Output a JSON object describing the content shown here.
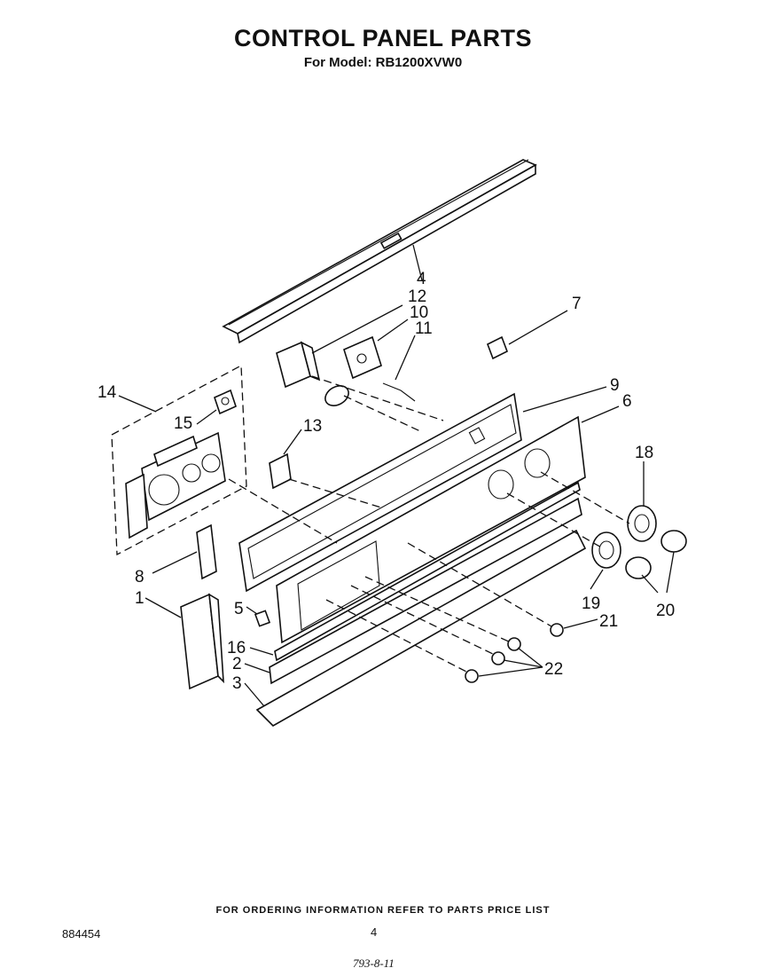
{
  "header": {
    "title": "CONTROL PANEL PARTS",
    "subtitle": "For Model: RB1200XVW0"
  },
  "callouts": [
    {
      "id": "c4",
      "text": "4"
    },
    {
      "id": "c12",
      "text": "12"
    },
    {
      "id": "c10",
      "text": "10"
    },
    {
      "id": "c11",
      "text": "11"
    },
    {
      "id": "c7",
      "text": "7"
    },
    {
      "id": "c9",
      "text": "9"
    },
    {
      "id": "c6",
      "text": "6"
    },
    {
      "id": "c14",
      "text": "14"
    },
    {
      "id": "c15",
      "text": "15"
    },
    {
      "id": "c13",
      "text": "13"
    },
    {
      "id": "c18",
      "text": "18"
    },
    {
      "id": "c8",
      "text": "8"
    },
    {
      "id": "c1",
      "text": "1"
    },
    {
      "id": "c5",
      "text": "5"
    },
    {
      "id": "c19",
      "text": "19"
    },
    {
      "id": "c21",
      "text": "21"
    },
    {
      "id": "c20",
      "text": "20"
    },
    {
      "id": "c16",
      "text": "16"
    },
    {
      "id": "c2",
      "text": "2"
    },
    {
      "id": "c22",
      "text": "22"
    },
    {
      "id": "c3",
      "text": "3"
    }
  ],
  "footer": {
    "ordering_note": "FOR ORDERING INFORMATION REFER TO PARTS PRICE LIST",
    "doc_number": "884454",
    "page_number": "4",
    "hand_code": "793-8-11"
  }
}
